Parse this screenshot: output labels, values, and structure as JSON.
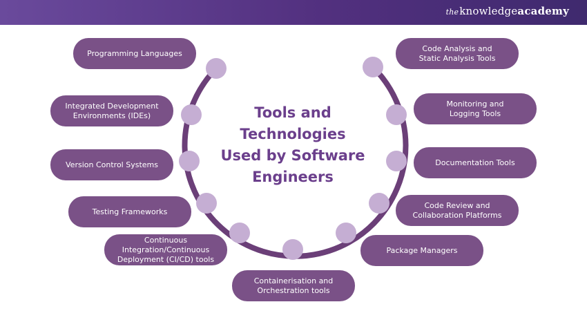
{
  "brand": {
    "prefix": "the",
    "middle": "knowledge",
    "suffix": "academy"
  },
  "title": "Tools and\nTechnologies\nUsed by Software\nEngineers",
  "items_left": [
    "Programming Languages",
    "Integrated Development\nEnvironments (IDEs)",
    "Version Control Systems",
    "Testing Frameworks",
    "Continuous\nIntegration/Continuous\nDeployment (CI/CD) tools"
  ],
  "item_bottom": "Containerisation and\nOrchestration tools",
  "items_right": [
    "Code Analysis and\nStatic Analysis Tools",
    "Monitoring and\nLogging Tools",
    "Documentation Tools",
    "Code Review and\nCollaboration Platforms",
    "Package Managers"
  ],
  "colors": {
    "header": "#52307f",
    "pill": "#7a5187",
    "arc": "#6b3f78",
    "node": "#c5aed3",
    "title": "#6b3f8c"
  }
}
